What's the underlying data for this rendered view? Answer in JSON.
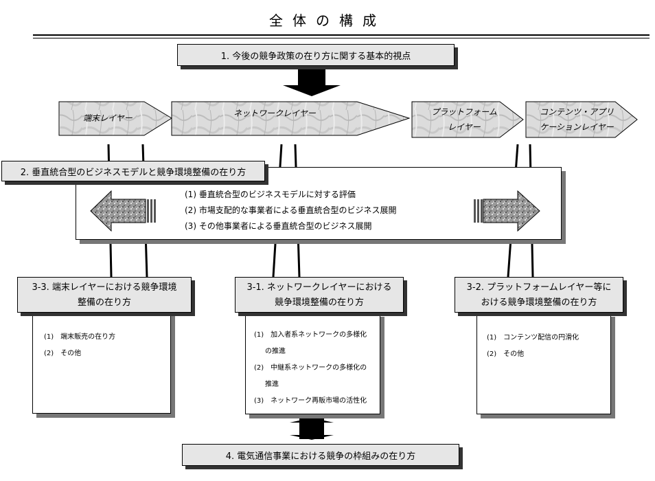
{
  "title": "全体の構成",
  "box1": {
    "label": "1. 今後の競争政策の在り方に関する基本的視点"
  },
  "layers": [
    {
      "label": "端末レイヤー"
    },
    {
      "label": "ネットワークレイヤー"
    },
    {
      "label_line1": "プラットフォーム",
      "label_line2": "レイヤー"
    },
    {
      "label_line1": "コンテンツ・アプリ",
      "label_line2": "ケーションレイヤー"
    }
  ],
  "box2": {
    "label": "2. 垂直統合型のビジネスモデルと競争環境整備の在り方",
    "items": [
      "(1) 垂直統合型のビジネスモデルに対する評価",
      "(2) 市場支配的な事業者による垂直統合型のビジネス展開",
      "(3) その他事業者による垂直統合型のビジネス展開"
    ]
  },
  "box33": {
    "label_line1": "3-3. 端末レイヤーにおける競争環境",
    "label_line2": "整備の在り方",
    "items": [
      "(1)　端末販売の在り方",
      "(2)　その他"
    ]
  },
  "box31": {
    "label_line1": "3-1. ネットワークレイヤーにおける",
    "label_line2": "競争環境整備の在り方",
    "items": [
      "(1)　加入者系ネットワークの多様化",
      "の推進",
      "(2)　中継系ネットワークの多様化の",
      "推進",
      "(3)　ネットワーク再販市場の活性化"
    ]
  },
  "box32": {
    "label_line1": "3-2. プラットフォームレイヤー等に",
    "label_line2": "おける競争環境整備の在り方",
    "items": [
      "(1)　コンテンツ配信の円滑化",
      "(2)　その他"
    ]
  },
  "box4": {
    "label": "4. 電気通信事業における競争の枠組みの在り方"
  },
  "colors": {
    "marble": "#d9d9d9",
    "arrow": "#000000",
    "shadow": "#777777"
  }
}
